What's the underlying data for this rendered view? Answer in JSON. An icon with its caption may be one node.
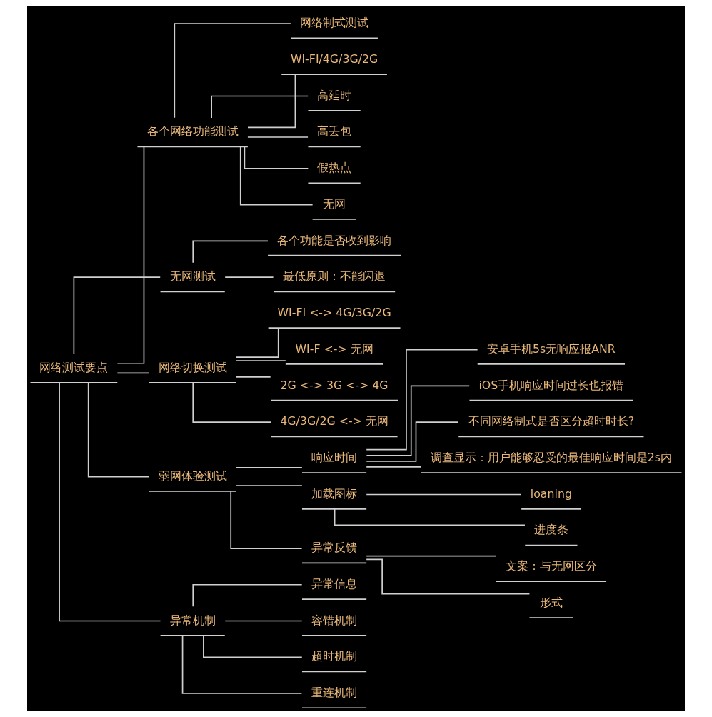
{
  "diagram": {
    "nodes": [
      {
        "text": [
          "网络测试要点"
        ]
      },
      {
        "text": [
          "各个网络功能测试"
        ]
      },
      {
        "text": [
          "网络制式测试"
        ]
      },
      {
        "text": [
          "WI-FI/4G/3G/2G"
        ]
      },
      {
        "text": [
          "高延时"
        ]
      },
      {
        "text": [
          "高丢包"
        ]
      },
      {
        "text": [
          "假热点"
        ]
      },
      {
        "text": [
          "无网"
        ]
      },
      {
        "text": [
          "无网测试"
        ]
      },
      {
        "text": [
          "各个功能是否收到影响"
        ]
      },
      {
        "text": [
          "最低原则：不能闪退"
        ]
      },
      {
        "text": [
          "网络切换测试"
        ]
      },
      {
        "text": [
          "WI-FI <-> 4G/3G/2G"
        ]
      },
      {
        "text": [
          "WI-F <-> 无网"
        ]
      },
      {
        "text": [
          "2G <-> 3G <-> 4G"
        ]
      },
      {
        "text": [
          "4G/3G/2G <-> 无网"
        ]
      },
      {
        "text": [
          "弱网体验测试"
        ]
      },
      {
        "text": [
          "响应时间"
        ]
      },
      {
        "text": [
          "安卓手机5s无响应报ANR"
        ]
      },
      {
        "text": [
          "iOS手机响应时间过长也报错"
        ]
      },
      {
        "text": [
          "不同网络制式是否区分超时时长?"
        ]
      },
      {
        "text": [
          "调查显示：用户能够忍受的最佳响应时间是2s内"
        ]
      },
      {
        "text": [
          "加载图标"
        ]
      },
      {
        "text": [
          "loaning"
        ]
      },
      {
        "text": [
          "进度条"
        ]
      },
      {
        "text": [
          "异常反馈"
        ]
      },
      {
        "text": [
          "文案：与无网区分"
        ]
      },
      {
        "text": [
          "形式"
        ]
      },
      {
        "text": [
          "异常机制"
        ]
      },
      {
        "text": [
          "异常信息"
        ]
      },
      {
        "text": [
          "容错机制"
        ]
      },
      {
        "text": [
          "超时机制"
        ]
      },
      {
        "text": [
          "重连机制"
        ]
      }
    ],
    "edges": [
      {
        "from": 0,
        "to": 1,
        "arrow": "none"
      },
      {
        "from": 1,
        "to": 2,
        "arrow": "none"
      },
      {
        "from": 1,
        "to": 3,
        "arrow": "none"
      },
      {
        "from": 1,
        "to": 4,
        "arrow": "none"
      },
      {
        "from": 1,
        "to": 5,
        "arrow": "none"
      },
      {
        "from": 1,
        "to": 6,
        "arrow": "none"
      },
      {
        "from": 1,
        "to": 7,
        "arrow": "none"
      },
      {
        "from": 0,
        "to": 8,
        "arrow": "none"
      },
      {
        "from": 8,
        "to": 9,
        "arrow": "none"
      },
      {
        "from": 8,
        "to": 10,
        "arrow": "none"
      },
      {
        "from": 0,
        "to": 11,
        "arrow": "none"
      },
      {
        "from": 11,
        "to": 12,
        "arrow": "none"
      },
      {
        "from": 11,
        "to": 13,
        "arrow": "none"
      },
      {
        "from": 11,
        "to": 14,
        "arrow": "none"
      },
      {
        "from": 11,
        "to": 15,
        "arrow": "none"
      },
      {
        "from": 0,
        "to": 16,
        "arrow": "none"
      },
      {
        "from": 16,
        "to": 17,
        "arrow": "none"
      },
      {
        "from": 17,
        "to": 18,
        "arrow": "none"
      },
      {
        "from": 17,
        "to": 19,
        "arrow": "none"
      },
      {
        "from": 17,
        "to": 20,
        "arrow": "none"
      },
      {
        "from": 17,
        "to": 21,
        "arrow": "none"
      },
      {
        "from": 16,
        "to": 22,
        "arrow": "none"
      },
      {
        "from": 22,
        "to": 23,
        "arrow": "none"
      },
      {
        "from": 22,
        "to": 24,
        "arrow": "none"
      },
      {
        "from": 16,
        "to": 25,
        "arrow": "none"
      },
      {
        "from": 25,
        "to": 26,
        "arrow": "none"
      },
      {
        "from": 25,
        "to": 27,
        "arrow": "none"
      },
      {
        "from": 0,
        "to": 28,
        "arrow": "none"
      },
      {
        "from": 28,
        "to": 29,
        "arrow": "none"
      },
      {
        "from": 28,
        "to": 30,
        "arrow": "none"
      },
      {
        "from": 28,
        "to": 31,
        "arrow": "none"
      },
      {
        "from": 28,
        "to": 32,
        "arrow": "none"
      }
    ]
  }
}
